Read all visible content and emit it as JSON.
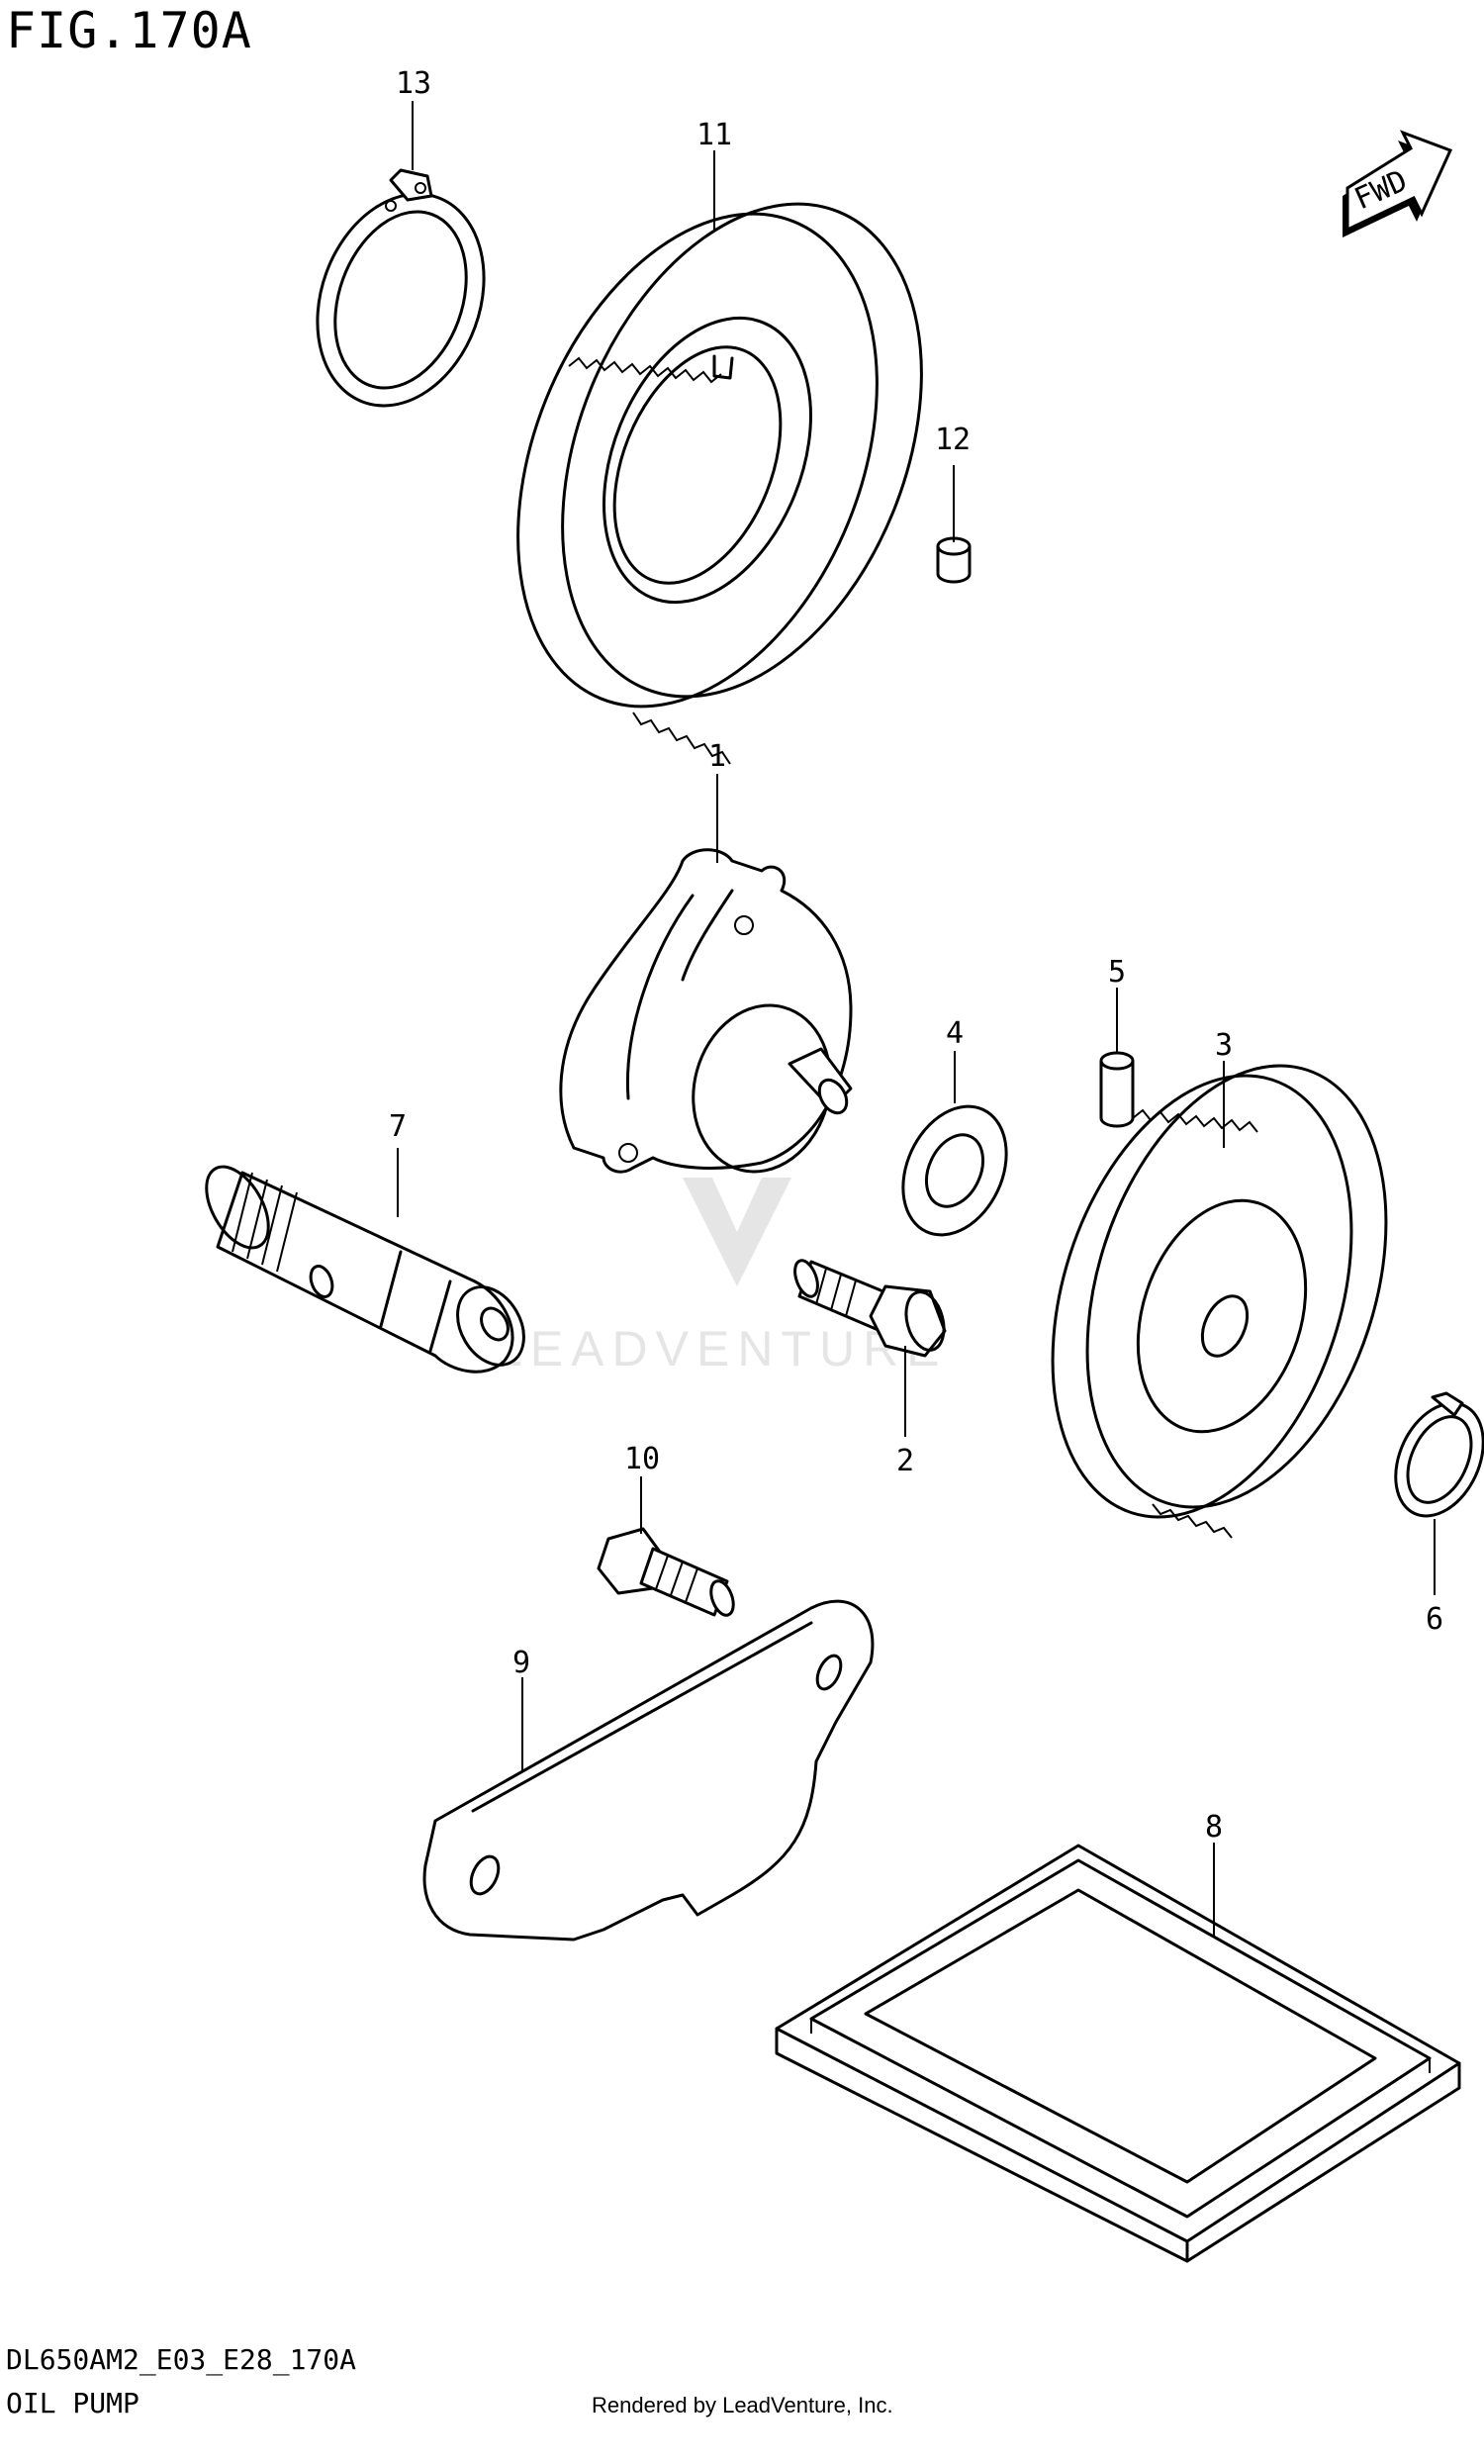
{
  "figure": {
    "title": "FIG.170A",
    "code": "DL650AM2_E03_E28_170A",
    "name": "OIL PUMP",
    "credit": "Rendered by LeadVenture, Inc.",
    "watermark": "LEADVENTURE",
    "fwd_label": "FWD"
  },
  "callouts": [
    {
      "id": "c13",
      "label": "13"
    },
    {
      "id": "c11",
      "label": "11"
    },
    {
      "id": "c12",
      "label": "12"
    },
    {
      "id": "c1",
      "label": "1"
    },
    {
      "id": "c5",
      "label": "5"
    },
    {
      "id": "c4",
      "label": "4"
    },
    {
      "id": "c3",
      "label": "3"
    },
    {
      "id": "c7",
      "label": "7"
    },
    {
      "id": "c2",
      "label": "2"
    },
    {
      "id": "c10",
      "label": "10"
    },
    {
      "id": "c6",
      "label": "6"
    },
    {
      "id": "c9",
      "label": "9"
    },
    {
      "id": "c8",
      "label": "8"
    }
  ]
}
